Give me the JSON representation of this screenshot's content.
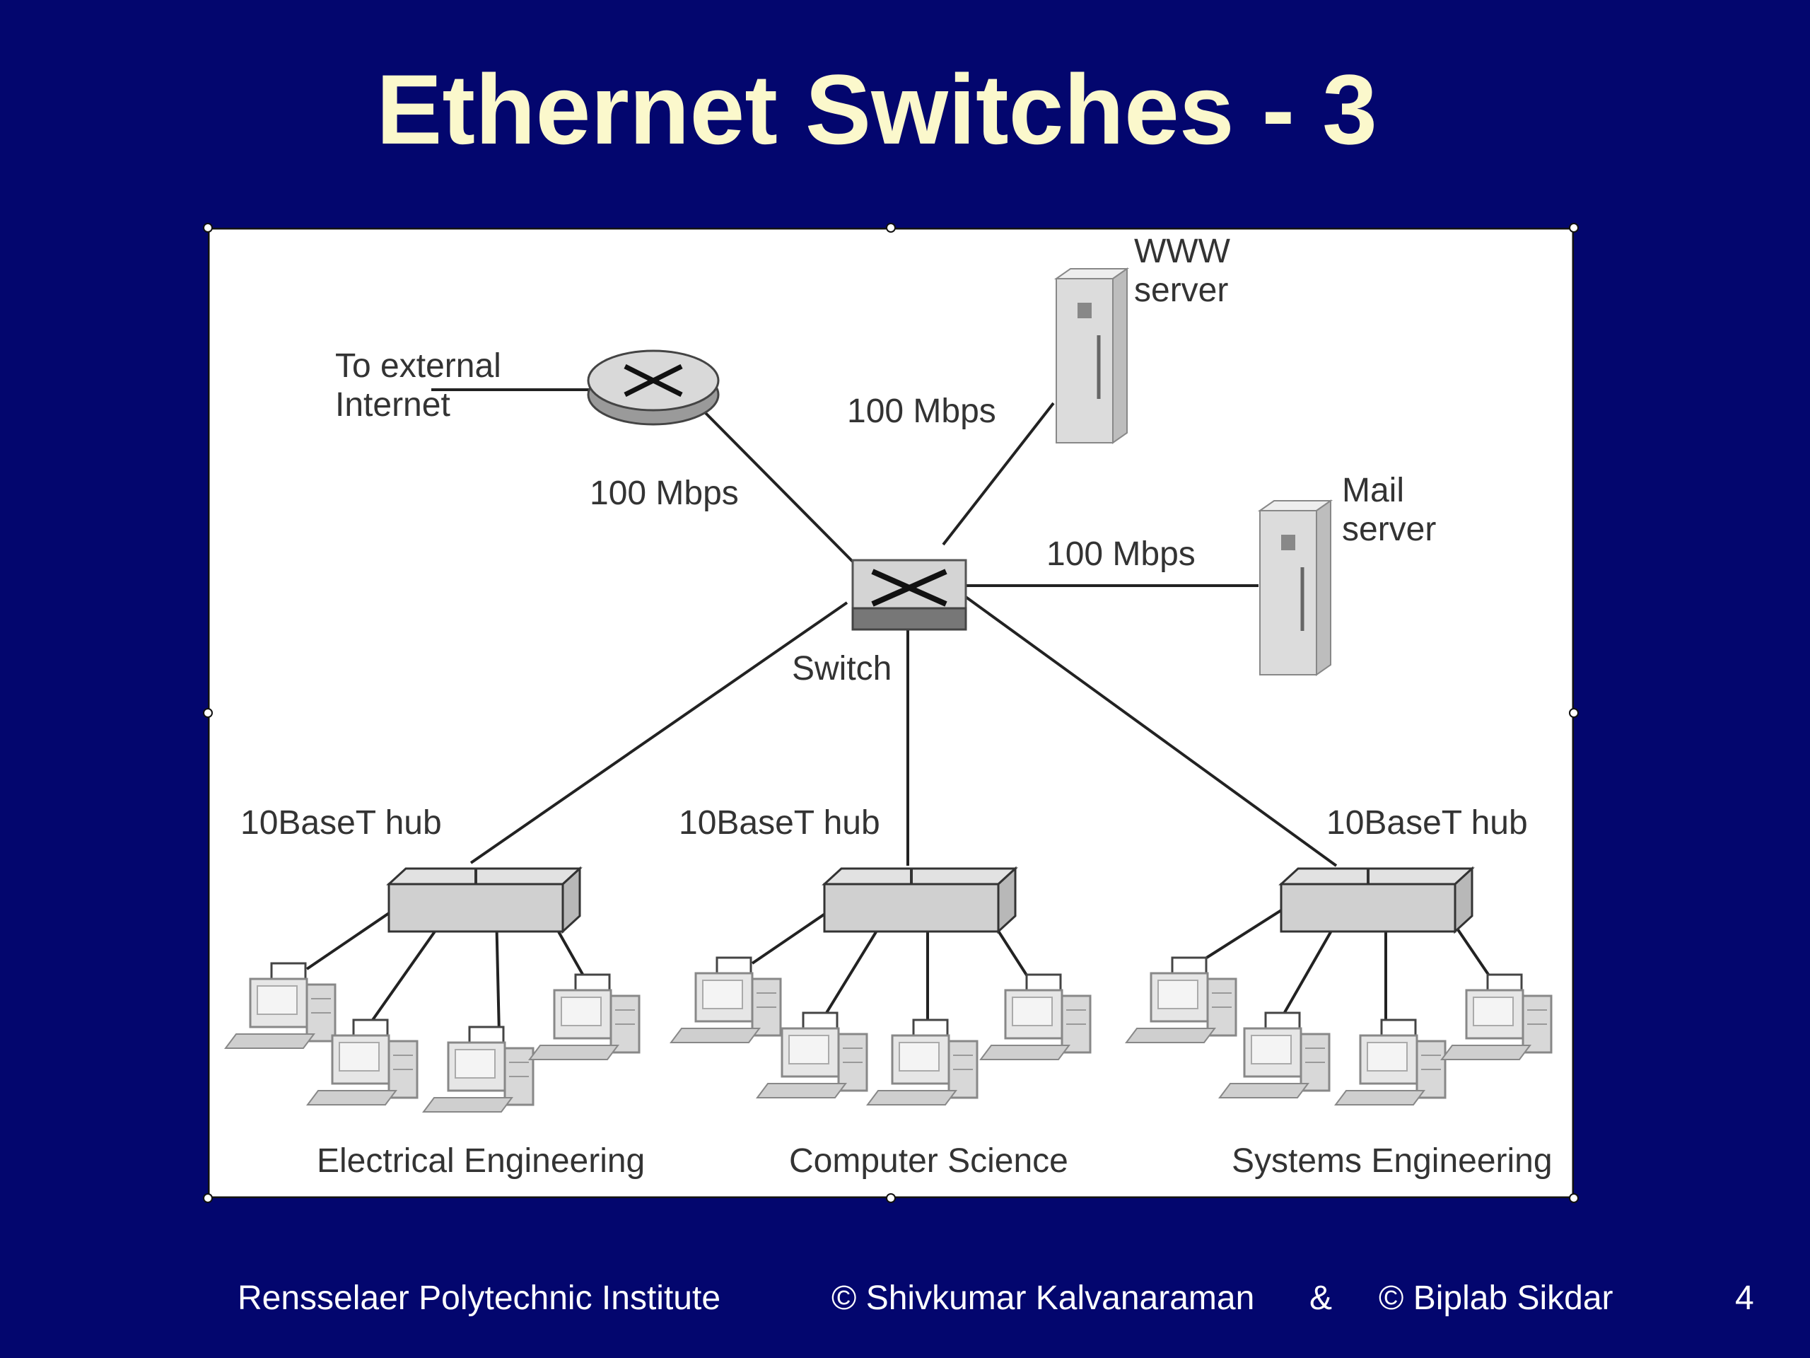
{
  "slide": {
    "title": "Ethernet Switches - 3"
  },
  "diagram": {
    "labels": {
      "external": "To external\nInternet",
      "www_server": "WWW\nserver",
      "mail_server": "Mail\nserver",
      "link_router": "100 Mbps",
      "link_www": "100 Mbps",
      "link_mail": "100 Mbps",
      "switch": "Switch",
      "hub_left": "10BaseT hub",
      "hub_center": "10BaseT hub",
      "hub_right": "10BaseT hub",
      "dept_left": "Electrical Engineering",
      "dept_center": "Computer Science",
      "dept_right": "Systems Engineering"
    }
  },
  "footer": {
    "institute": "Rensselaer Polytechnic Institute",
    "author1": "© Shivkumar Kalvanaraman",
    "ampersand": "&",
    "author2": "© Biplab Sikdar",
    "page_number": "4"
  }
}
